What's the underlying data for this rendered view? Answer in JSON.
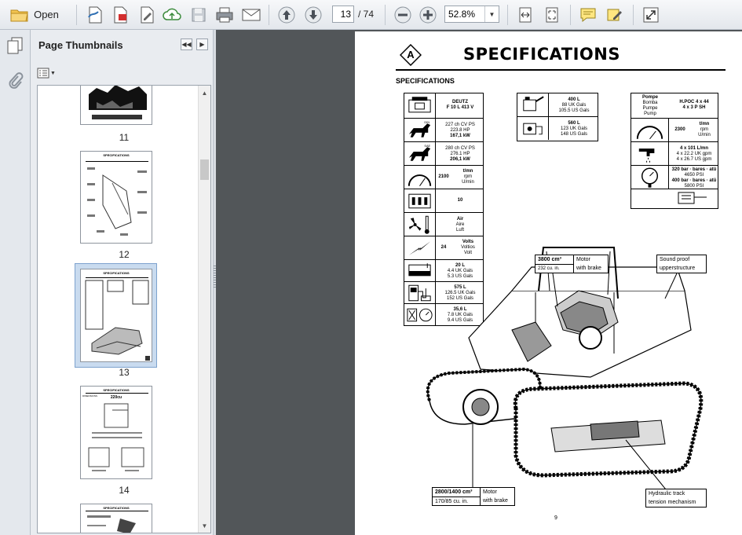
{
  "toolbar": {
    "open_label": "Open",
    "page_current": "13",
    "page_total": "/ 74",
    "zoom_value": "52.8%"
  },
  "sidebar": {
    "panel_title": "Page Thumbnails",
    "thumbnails": [
      {
        "label": "11"
      },
      {
        "label": "12",
        "heading": "SPECIFICATIONS"
      },
      {
        "label": "13",
        "heading": "SPECIFICATIONS",
        "selected": true
      },
      {
        "label": "14",
        "heading": "SPECIFICATIONS",
        "line1": "220cu",
        "line2": "DIMENSIONS"
      },
      {
        "label": "",
        "heading": "SPECIFICATIONS"
      }
    ]
  },
  "document": {
    "section_letter": "A",
    "title": "SPECIFICATIONS",
    "subtitle": "SPECIFICATIONS",
    "page_number": "9",
    "table1": [
      [
        "DEUTZ",
        "F 10 L 413 V"
      ],
      [
        "227 ch CV PS",
        "223.8 HP",
        "167,1 kW"
      ],
      [
        "280 ch CV PS",
        "276.1 HP",
        "206,1 kW"
      ],
      [
        "2100",
        "t/mn",
        "rpm",
        "U/min"
      ],
      [
        "10"
      ],
      [
        "Air",
        "Aire",
        "Luft"
      ],
      [
        "24",
        "Volts",
        "Voltios",
        "Volt"
      ],
      [
        "20 L",
        "4.4 UK Gals",
        "5.3 US Gals"
      ],
      [
        "575 L",
        "126.5 UK Gals",
        "152 US Gals"
      ],
      [
        "35,6 L",
        "7.8 UK Gals",
        "9.4 US Gals"
      ]
    ],
    "table2": [
      [
        "400 L",
        "88 UK Gals",
        "105.5 US Gals"
      ],
      [
        "560 L",
        "123 UK Gals",
        "148 US Gals"
      ]
    ],
    "table3": [
      [
        "Pompe",
        "Bomba",
        "Pumpe",
        "Pump",
        "H.POC 4 x 44",
        "4 x 3 P SH"
      ],
      [
        "2300",
        "t/mn",
        "rpm",
        "U/min"
      ],
      [
        "4 x 101 L/mn",
        "4 x 22.2 UK gpm",
        "4 x 26.7 US gpm"
      ],
      [
        "320 bar · bares · atü",
        "4650 PSI",
        "400 bar · bares · atü",
        "5800 PSI"
      ]
    ],
    "callouts": {
      "engine_disp": "3800 cm³",
      "engine_cu": "232 cu. in.",
      "engine_label1": "Motor",
      "engine_label2": "with brake",
      "sound1": "Sound proof",
      "sound2": "upperstructure",
      "travel_disp": "2800/1400 cm³",
      "travel_cu": "170/85 cu. in.",
      "travel_label1": "Motor",
      "travel_label2": "with brake",
      "track1": "Hydraulic track",
      "track2": "tension mechanism"
    }
  }
}
